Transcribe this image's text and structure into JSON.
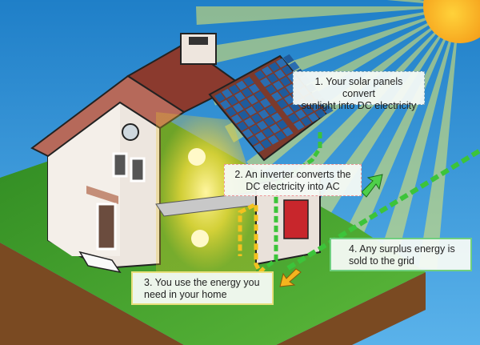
{
  "labels": {
    "step1": {
      "line1": "1. Your solar panels convert",
      "line2": "sunlight into DC electricity"
    },
    "step2": {
      "line1": "2. An inverter converts the",
      "line2": "DC electricity into AC"
    },
    "step3": {
      "line1": "3. You use the energy you",
      "line2": "need in your home"
    },
    "step4": {
      "line1": "4. Any surplus energy is",
      "line2": "sold to the grid"
    }
  },
  "colors": {
    "sky": "#2f8fd3",
    "sun": "#f7b51b",
    "grass": "#3f9a2a",
    "soil": "#7a4a22",
    "cable_dc": "#3cc43a",
    "cable_ac": "#f3c21f",
    "roof": "#8b3a2e",
    "inverter": "#c8262c"
  }
}
